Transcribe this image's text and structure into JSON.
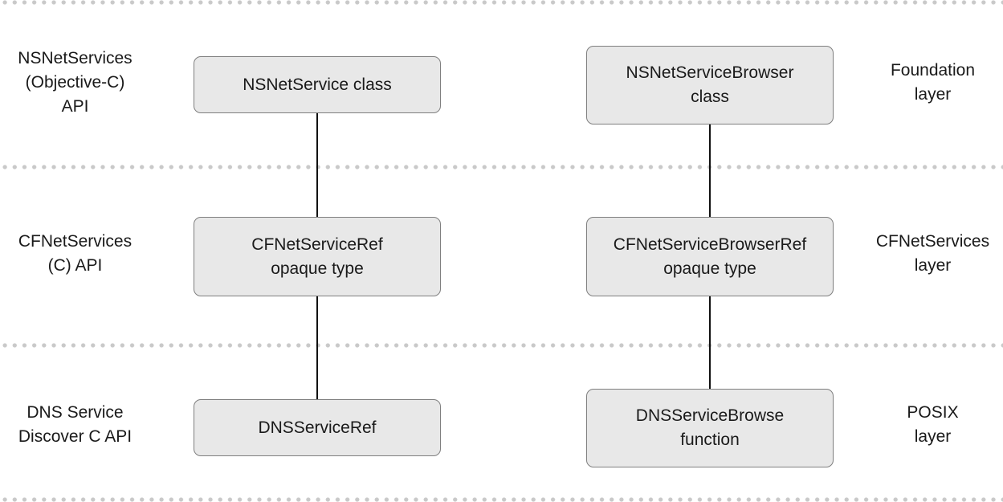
{
  "diagram": {
    "left_labels": [
      "NSNetServices\n(Objective-C)\nAPI",
      "CFNetServices\n(C) API",
      "DNS Service\nDiscover C API"
    ],
    "right_labels": [
      "Foundation\nlayer",
      "CFNetServices\nlayer",
      "POSIX\nlayer"
    ],
    "service_column": [
      "NSNetService class",
      "CFNetServiceRef\nopaque type",
      "DNSServiceRef"
    ],
    "browser_column": [
      "NSNetServiceBrowser\nclass",
      "CFNetServiceBrowserRef\nopaque type",
      "DNSServiceBrowse\nfunction"
    ],
    "colors": {
      "box_fill": "#e8e8e8",
      "box_border": "#7f7f7f",
      "connector": "#111111",
      "divider_dots": "#c9c9c9",
      "text": "#1a1a1a"
    }
  }
}
